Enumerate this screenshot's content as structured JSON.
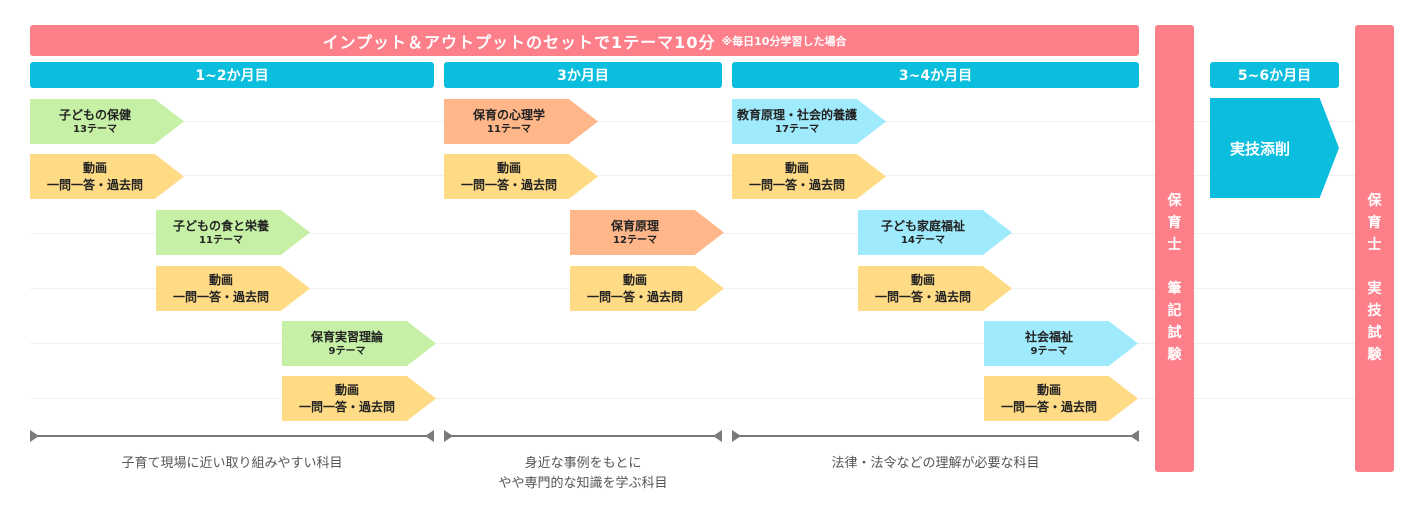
{
  "banner": {
    "title": "インプット＆アウトプットのセットで1テーマ10分",
    "note": "※毎日10分学習した場合",
    "color": "#fd7f8a"
  },
  "months": [
    {
      "label": "1~2か月目"
    },
    {
      "label": "3か月目"
    },
    {
      "label": "3~4か月目"
    },
    {
      "label": "5~6か月目"
    }
  ],
  "header_color": "#0cbede",
  "subjects": [
    {
      "name": "子どもの保健",
      "themes": "13テーマ",
      "color": "#c5f0a5"
    },
    {
      "name": "子どもの食と栄養",
      "themes": "11テーマ",
      "color": "#c5f0a5"
    },
    {
      "name": "保育実習理論",
      "themes": "9テーマ",
      "color": "#c5f0a5"
    },
    {
      "name": "保育の心理学",
      "themes": "11テーマ",
      "color": "#ffb78a"
    },
    {
      "name": "保育原理",
      "themes": "12テーマ",
      "color": "#ffb78a"
    },
    {
      "name": "教育原理・社会的養護",
      "themes": "17テーマ",
      "color": "#9feafc"
    },
    {
      "name": "子ども家庭福祉",
      "themes": "14テーマ",
      "color": "#9feafc"
    },
    {
      "name": "社会福祉",
      "themes": "9テーマ",
      "color": "#9feafc"
    }
  ],
  "video": {
    "line1": "動画",
    "line2": "一問一答・過去問",
    "color": "#ffdb85"
  },
  "practical": {
    "label": "実技添削"
  },
  "exams": [
    {
      "chars": [
        "保",
        "育",
        "士",
        "",
        "筆",
        "記",
        "試",
        "験"
      ]
    },
    {
      "chars": [
        "保",
        "育",
        "士",
        "",
        "実",
        "技",
        "試",
        "験"
      ]
    }
  ],
  "ranges": [
    {
      "caption_lines": [
        "子育て現場に近い取り組みやすい科目"
      ]
    },
    {
      "caption_lines": [
        "身近な事例をもとに",
        "やや専門的な知識を学ぶ科目"
      ]
    },
    {
      "caption_lines": [
        "法律・法令などの理解が必要な科目"
      ]
    }
  ]
}
